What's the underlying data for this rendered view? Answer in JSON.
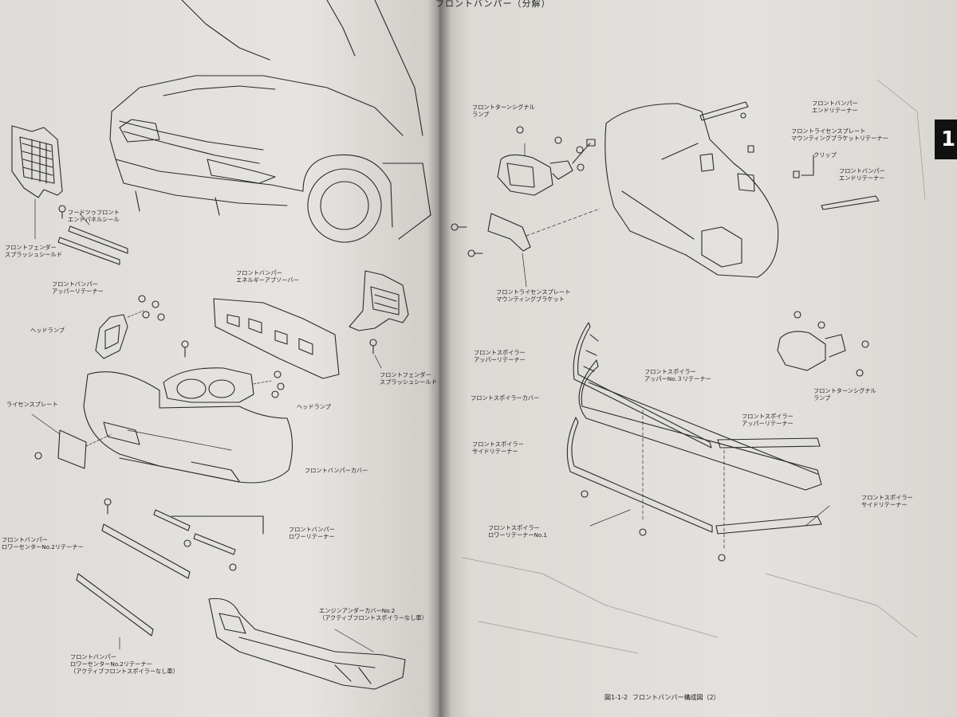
{
  "header": {
    "text": "フロントバンパー（分解）"
  },
  "chapter_tab": {
    "number": "1"
  },
  "left_labels": {
    "fender_shield_l": "フロントフェンダー\nスプラッシュシールド",
    "hood_seal": "フードツゥフロント\nエンドパネルシール",
    "upper_retainer": "フロントバンパー\nアッパーリテーナー",
    "energy_absorber": "フロントバンパー\nエネルギーアブソーバー",
    "headlamp_1": "ヘッドランプ",
    "fender_shield_r": "フロントフェンダー\nスプラッシュシールド",
    "headlamp_2": "ヘッドランプ",
    "license_plate": "ライセンスプレート",
    "bumper_cover": "フロントバンパーカバー",
    "lower_retainer": "フロントバンパー\nロワーリテーナー",
    "lower_center_2": "フロントバンパー\nロワーセンターNo.2リテーナー",
    "engine_under_cover": "エンジンアンダーカバーNo.2\n（アクティブフロントスポイラーなし車）",
    "lower_center_2b": "フロントバンパー\nロワーセンターNo.2リテーナー\n（アクティブフロントスポイラーなし車）"
  },
  "right_labels": {
    "turn_signal_1": "フロントターンシグナル\nランプ",
    "end_retainer_1": "フロントバンパー\nエンドリテーナー",
    "license_bracket_retainer": "フロントライセンスプレート\nマウンティングブラケットリテーナー",
    "clip": "クリップ",
    "end_retainer_2": "フロントバンパー\nエンドリテーナー",
    "license_bracket": "フロントライセンスプレート\nマウンティングブラケット",
    "spoiler_upper": "フロントスポイラー\nアッパーリテーナー",
    "spoiler_upper_3": "フロントスポイラー\nアッパーNo.３リテーナー",
    "spoiler_cover": "フロントスポイラーカバー",
    "turn_signal_2": "フロントターンシグナル\nランプ",
    "spoiler_upper_2": "フロントスポイラー\nアッパーリテーナー",
    "spoiler_side": "フロントスポイラー\nサイドリテーナー",
    "spoiler_lower_1": "フロントスポイラー\nロワーリテーナーNo.1",
    "spoiler_side_2": "フロントスポイラー\nサイドリテーナー"
  },
  "caption": {
    "figure": "図1-1-2",
    "title": "フロントバンパー構成図（2）"
  }
}
